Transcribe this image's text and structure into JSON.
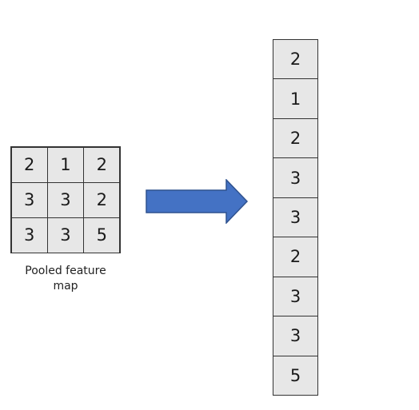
{
  "pooled_map": {
    "rows": [
      [
        "2",
        "1",
        "2"
      ],
      [
        "3",
        "3",
        "2"
      ],
      [
        "3",
        "3",
        "5"
      ]
    ],
    "caption": "Pooled feature map"
  },
  "flattened": {
    "values": [
      "2",
      "1",
      "2",
      "3",
      "3",
      "2",
      "3",
      "3",
      "5"
    ]
  },
  "colors": {
    "cell_fill": "#e7e7e7",
    "cell_border": "#333333",
    "arrow_fill": "#4472c4",
    "arrow_stroke": "#2f528f"
  },
  "icons": {
    "arrow": "right-arrow-icon"
  }
}
